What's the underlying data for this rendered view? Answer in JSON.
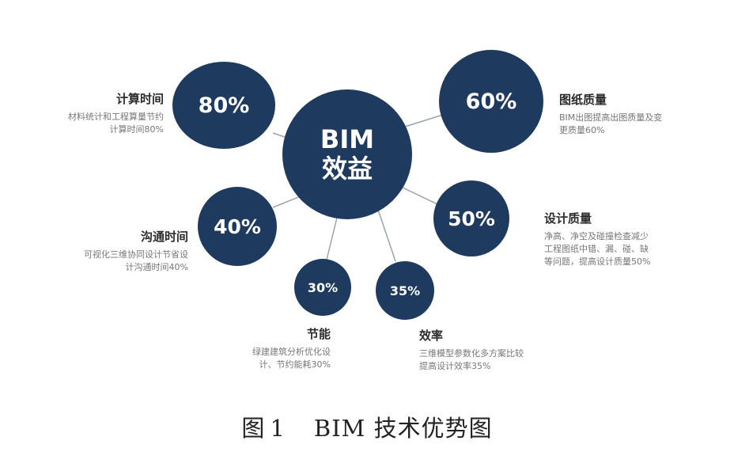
{
  "center": {
    "line1": "BIM",
    "line2": "效益"
  },
  "nodes": [
    {
      "id": "calc",
      "value": "80%",
      "title": "计算时间",
      "desc_lines": [
        "材料统计和工程算量节约",
        "计算时间80%"
      ]
    },
    {
      "id": "drawing",
      "value": "60%",
      "title": "图纸质量",
      "desc_lines": [
        "BIM出图提高出图质量及变",
        "更质量60%"
      ]
    },
    {
      "id": "design",
      "value": "50%",
      "title": "设计质量",
      "desc_lines": [
        "净高、净空及碰撞检查减少",
        "工程图纸中错、漏、碰、缺",
        "等问题，提高设计质量50%"
      ]
    },
    {
      "id": "comm",
      "value": "40%",
      "title": "沟通时间",
      "desc_lines": [
        "可视化三维协同设计节省设",
        "计沟通时间40%"
      ]
    },
    {
      "id": "energy",
      "value": "30%",
      "title": "节能",
      "desc_lines": [
        "绿建建筑分析优化设",
        "计、节约能耗30%"
      ]
    },
    {
      "id": "efficiency",
      "value": "35%",
      "title": "效率",
      "desc_lines": [
        "三维模型参数化多方案比较",
        "提高设计效率35%"
      ]
    }
  ],
  "caption": {
    "prefix": "图",
    "number": "1",
    "text": "BIM 技术优势图"
  },
  "colors": {
    "bubble": "#1e3a5f",
    "connector": "#9aa3ad"
  }
}
